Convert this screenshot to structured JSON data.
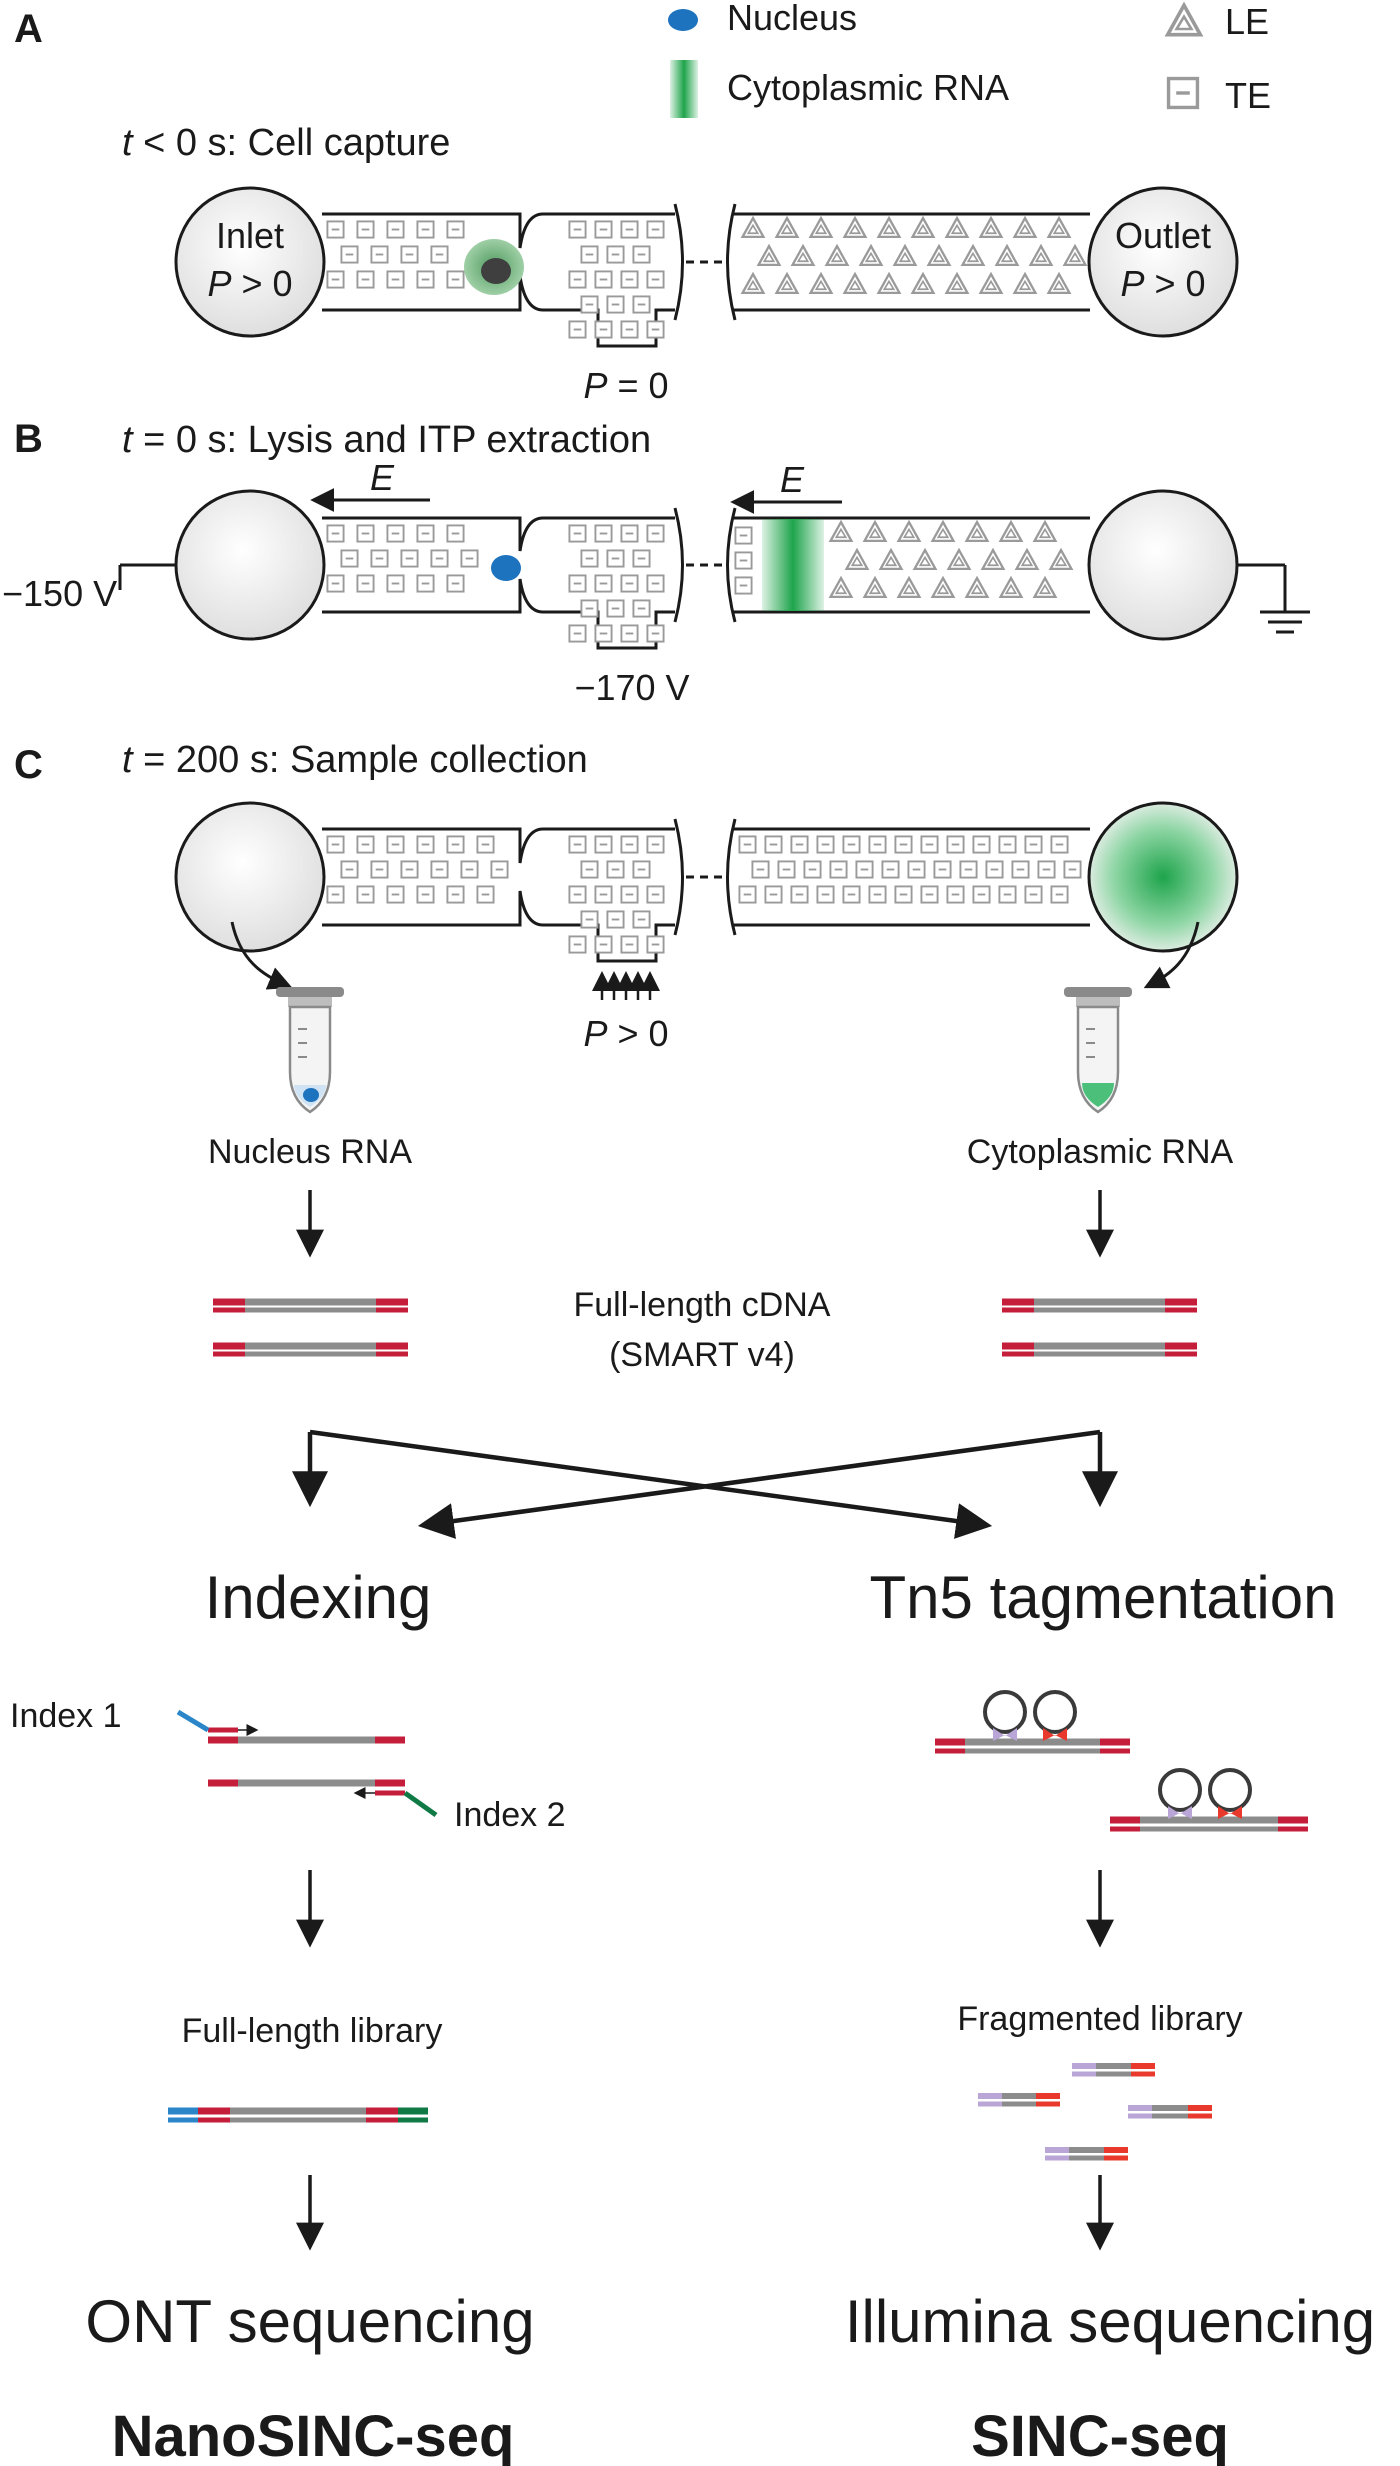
{
  "legend": {
    "nucleus": "Nucleus",
    "cytoplasmic_rna": "Cytoplasmic RNA",
    "le": "LE",
    "te": "TE"
  },
  "colors": {
    "nucleus_blue": "#1e73be",
    "rna_green": "#1ea44b",
    "adapter_red": "#c41e3a",
    "cdna_gray": "#8c8c8c",
    "index1_blue": "#2a86c8",
    "index2_green": "#0f7a45",
    "tn5_purple": "#b9a6d6",
    "tn5_red": "#e8392c",
    "reservoir_fill": "#ececec",
    "ion_gray": "#9a9a9a"
  },
  "panel_a": {
    "letter": "A",
    "time_var": "t",
    "time_rest": " < 0 s: Cell capture",
    "inlet": "Inlet",
    "inlet_p_var": "P",
    "inlet_p_rest": " > 0",
    "outlet": "Outlet",
    "outlet_p_var": "P",
    "outlet_p_rest": " > 0",
    "junction_p_var": "P",
    "junction_p_rest": " = 0"
  },
  "panel_b": {
    "letter": "B",
    "time_var": "t",
    "time_rest": " = 0 s: Lysis and ITP extraction",
    "field_left": "E",
    "field_right": "E",
    "voltage_left": "−150 V",
    "voltage_junction": "−170 V"
  },
  "panel_c": {
    "letter": "C",
    "time_var": "t",
    "time_rest": " = 200 s: Sample collection",
    "pressure_var": "P",
    "pressure_rest": " > 0",
    "tube_left": "Nucleus RNA",
    "tube_right": "Cytoplasmic RNA",
    "cdna_line1": "Full-length cDNA",
    "cdna_line2": "(SMART v4)",
    "method_left": "Indexing",
    "method_right": "Tn5 tagmentation",
    "index1": "Index 1",
    "index2": "Index 2",
    "lib_left": "Full-length library",
    "lib_right": "Fragmented library",
    "seq_left": "ONT sequencing",
    "seq_right": "Illumina sequencing",
    "name_left": "NanoSINC-seq",
    "name_right": "SINC-seq"
  }
}
